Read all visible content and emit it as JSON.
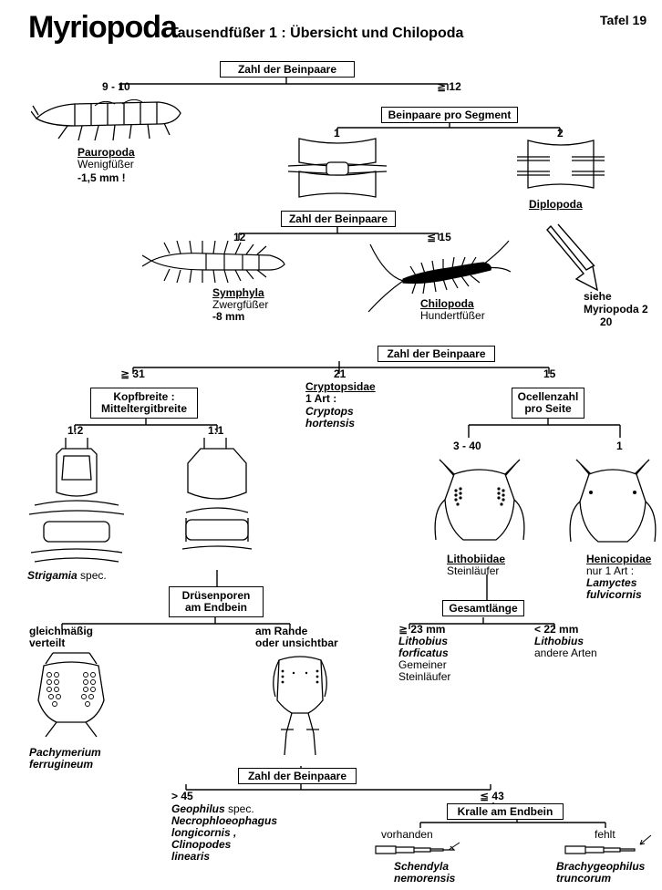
{
  "header": {
    "title": "Myriopoda",
    "subtitle": "Tausendfüßer   1 : Übersicht und Chilopoda",
    "plate": "Tafel 19"
  },
  "key": {
    "q1": {
      "label": "Zahl der Beinpaare",
      "left": "9 - 10",
      "right": "≧ 12"
    },
    "pauropoda": {
      "name": "Pauropoda",
      "common": "Wenigfüßer",
      "size": "-1,5 mm !"
    },
    "q2": {
      "label": "Beinpaare pro Segment",
      "left": "1",
      "right": "2"
    },
    "diplopoda": {
      "name": "Diplopoda",
      "ref1": "siehe",
      "ref2": "Myriopoda 2",
      "ref3": "20"
    },
    "q3": {
      "label": "Zahl der Beinpaare",
      "left": "12",
      "right": "≦ 15"
    },
    "symphyla": {
      "name": "Symphyla",
      "common": "Zwergfüßer",
      "size": "-8 mm"
    },
    "chilopoda": {
      "name": "Chilopoda",
      "common": "Hundertfüßer"
    },
    "q4": {
      "label": "Zahl der Beinpaare",
      "left": "≧ 31",
      "mid": "21",
      "right": "15"
    },
    "cryptopsidae": {
      "name": "Cryptopsidae",
      "note": "1 Art :",
      "sp1": "Cryptops",
      "sp2": "hortensis"
    },
    "q5": {
      "line1": "Kopfbreite :",
      "line2": "Mitteltergitbreite",
      "left": "1:2",
      "right": "1:1"
    },
    "strigamia": {
      "genus": "Strigamia",
      "suffix": " spec."
    },
    "q6": {
      "line1": "Ocellenzahl",
      "line2": "pro Seite",
      "left": "3 - 40",
      "right": "1"
    },
    "lithobiidae": {
      "name": "Lithobiidae",
      "common": "Steinläufer"
    },
    "henicopidae": {
      "name": "Henicopidae",
      "note": "nur 1 Art :",
      "sp1": "Lamyctes",
      "sp2": "fulvicornis"
    },
    "q7": {
      "line1": "Drüsenporen",
      "line2": "am Endbein",
      "left1": "gleichmäßig",
      "left2": "verteilt",
      "right1": "am Rande",
      "right2": "oder unsichtbar"
    },
    "pachymerium": {
      "sp1": "Pachymerium",
      "sp2": "ferrugineum"
    },
    "q8": {
      "label": "Gesamtlänge",
      "left": "≧ 23 mm",
      "right": "< 22 mm"
    },
    "lith_a": {
      "sp1": "Lithobius",
      "sp2": "forficatus",
      "c1": "Gemeiner",
      "c2": "Steinläufer"
    },
    "lith_b": {
      "sp1": "Lithobius",
      "c1": "andere Arten"
    },
    "q9": {
      "label": "Zahl der Beinpaare",
      "left": "> 45",
      "right": "≦ 43"
    },
    "geo": {
      "l1a": "Geophilus",
      "l1b": " spec.",
      "l2": "Necrophloeophagus",
      "l3": "longicornis ,",
      "l4": "Clinopodes",
      "l5": "linearis"
    },
    "q10": {
      "label": "Kralle am Endbein",
      "left": "vorhanden",
      "right": "fehlt"
    },
    "schendyla": {
      "sp1": "Schendyla",
      "sp2": "nemorensis"
    },
    "brachy": {
      "sp1": "Brachygeophilus",
      "sp2": "truncorum"
    }
  }
}
